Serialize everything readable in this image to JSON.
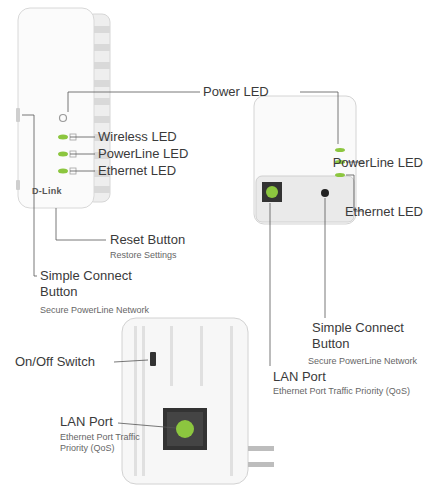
{
  "diagram": {
    "labels": [
      "Power LED",
      "Wireless LED",
      "PowerLine LED",
      "Ethernet LED",
      "D-Link",
      "Reset Button",
      "Restore Settings",
      "Simple Connect Button",
      "Secure PowerLine Network",
      "PowerLine LED",
      "Ethernet LED",
      "Simple Connect Button",
      "Secure PowerLine Network",
      "On/Off Switch",
      "LAN Port",
      "Ethernet Port Traffic Priority (QoS)",
      "LAN Port",
      "Ethernet Port Traffic Priority (QoS)"
    ]
  }
}
